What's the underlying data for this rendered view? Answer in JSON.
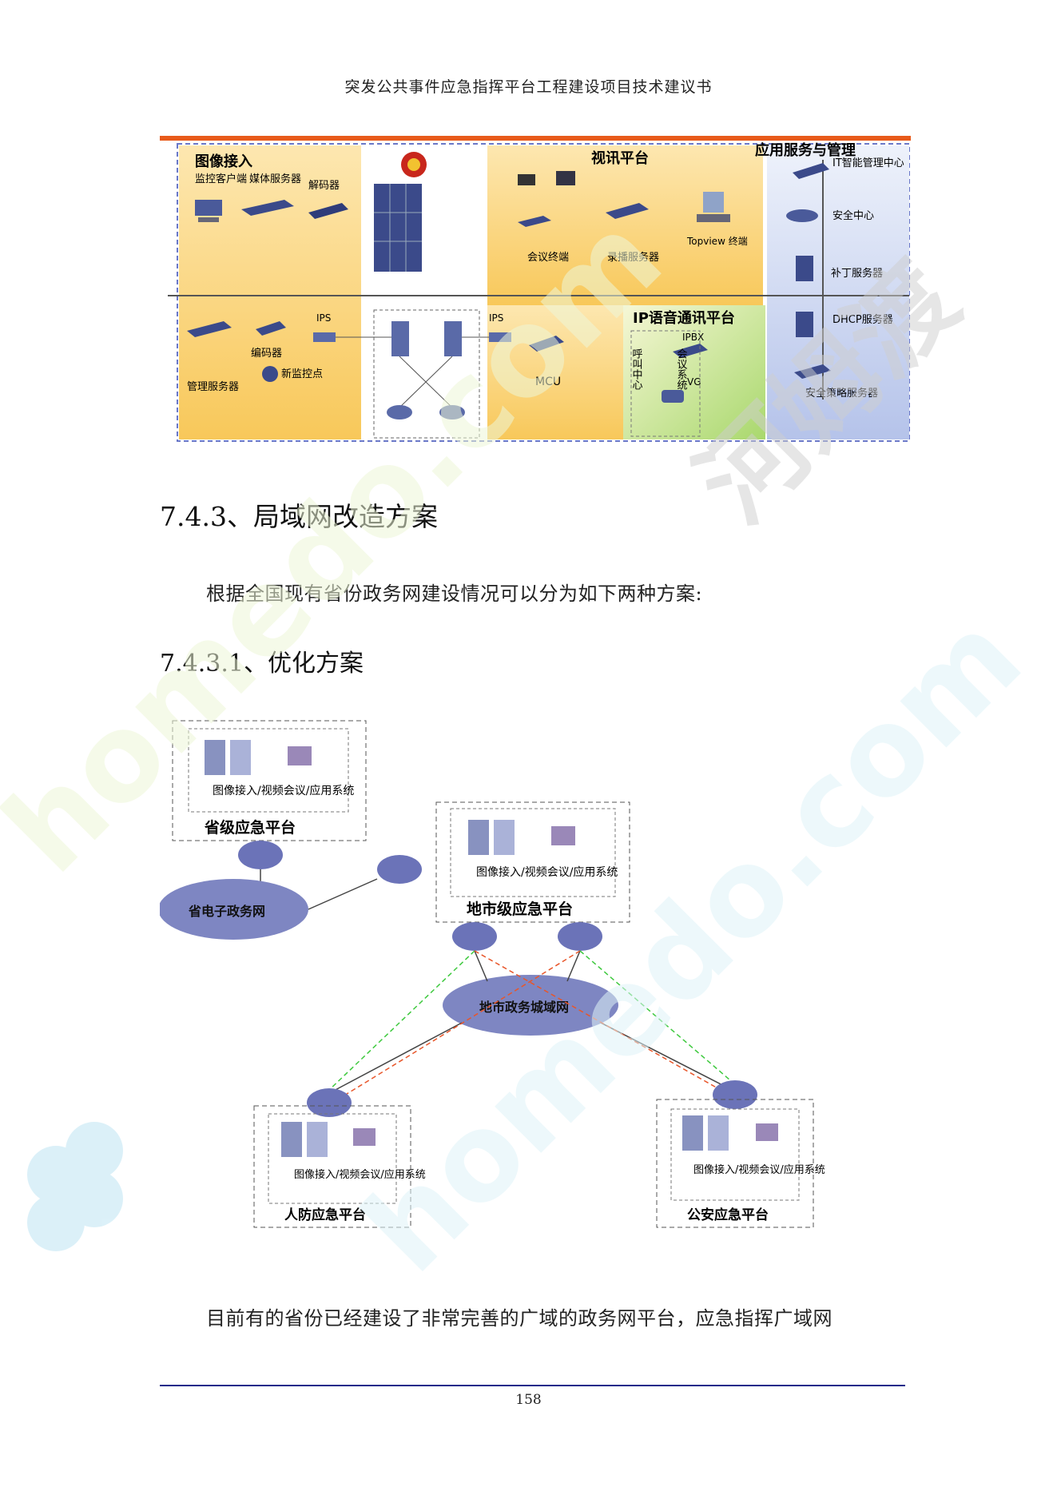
{
  "header": {
    "title": "突发公共事件应急指挥平台工程建设项目技术建议书"
  },
  "figure1": {
    "regions": {
      "image_access": "图像接入",
      "video_platform": "视讯平台",
      "ip_voice_platform": "IP语音通讯平台",
      "app_service": "应用服务与管理"
    },
    "labels": {
      "monitor_client": "监控客户端",
      "media_server": "媒体服务器",
      "decoder": "解码器",
      "meeting_terminal": "会议终端",
      "recording_server": "录播服务器",
      "topview_terminal": "Topview 终端",
      "it_center": "IT智能管理中心",
      "security_center": "安全中心",
      "patch_server": "补丁服务器",
      "dhcp_server": "DHCP服务器",
      "security_policy_server": "安全策略服务器",
      "mgmt_server": "管理服务器",
      "encoder": "编码器",
      "new_monitor_point": "新监控点",
      "ips_left": "IPS",
      "ips_right": "IPS",
      "mcu": "MCU",
      "ipbx": "IPBX",
      "vg": "VG",
      "call_center": "呼叫中心",
      "meeting_system": "会议系统"
    }
  },
  "section": {
    "heading": "7.4.3、局域网改造方案",
    "intro": "根据全国现有省份政务网建设情况可以分为如下两种方案:",
    "subheading": "7.4.3.1、优化方案",
    "closing": "目前有的省份已经建设了非常完善的广域的政务网平台，应急指挥广域网"
  },
  "figure2": {
    "province_platform": "省级应急平台",
    "province_system": "图像接入/视频会议/应用系统",
    "province_network": "省电子政务网",
    "city_platform": "地市级应急平台",
    "city_system": "图像接入/视频会议/应用系统",
    "city_network": "地市政务城域网",
    "civil_defense_platform": "人防应急平台",
    "civil_defense_system": "图像接入/视频会议/应用系统",
    "police_platform": "公安应急平台",
    "police_system": "图像接入/视频会议/应用系统"
  },
  "watermark": {
    "text": "homedo.com",
    "brand": "河姆渡"
  },
  "footer": {
    "page_number": "158"
  },
  "colors": {
    "accent_orange": "#e85a1a",
    "footer_blue": "#1a2a8a",
    "network_cloud": "#7e86c2"
  }
}
